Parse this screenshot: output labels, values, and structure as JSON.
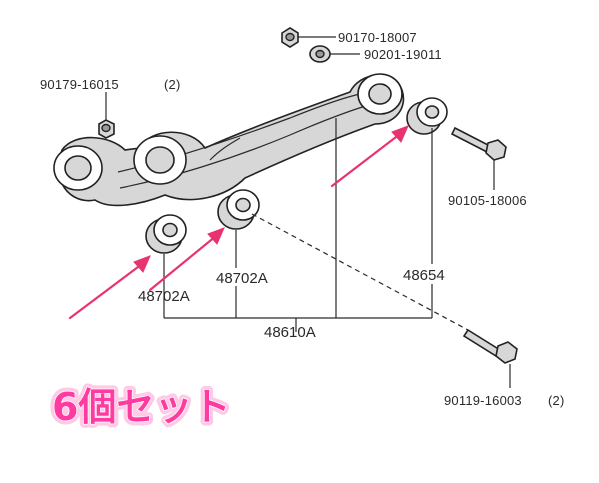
{
  "labels": {
    "nut_top": "90170-18007",
    "washer_top": "90201-19011",
    "nut_left": "90179-16015",
    "nut_left_qty": "(2)",
    "bolt_right": "90105-18006",
    "bushing_front_lower": "48702A",
    "bushing_front_upper": "48702A",
    "bushing_rear": "48654",
    "arm_assy": "48610A",
    "bolt_lower": "90119-16003",
    "bolt_lower_qty": "(2)"
  },
  "caption": "6個セット",
  "colors": {
    "caption": "#ff3aa0",
    "arrow": "#e8336f",
    "line": "#2a2a2a"
  },
  "icons": [
    "nut-icon",
    "washer-icon",
    "bolt-icon",
    "bushing-icon",
    "control-arm-icon",
    "arrow-icon"
  ]
}
